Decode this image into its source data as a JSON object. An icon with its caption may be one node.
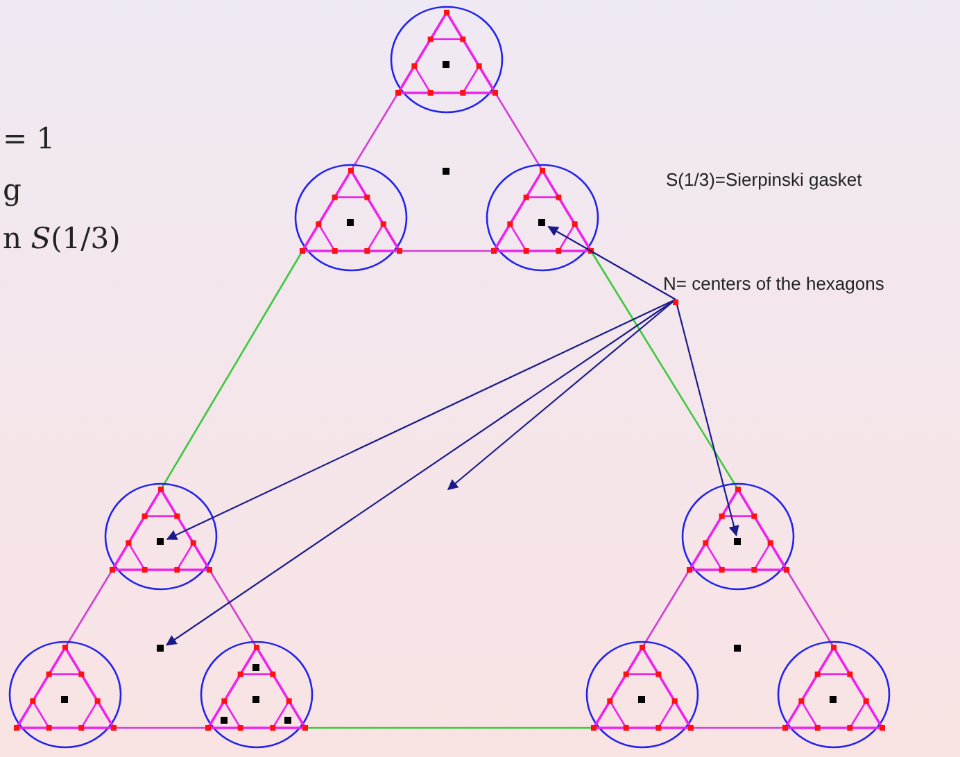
{
  "diagram": {
    "nodes": [
      {
        "text": [
          "N= centers of the hexagons"
        ]
      },
      {
        "text": [],
        "shape": "box"
      },
      {
        "text": [],
        "shape": "box"
      },
      {
        "text": [],
        "shape": "box"
      },
      {
        "text": [],
        "shape": "box"
      }
    ],
    "edges": [
      {
        "from": 0,
        "to": 1,
        "arrow": "to"
      },
      {
        "from": 0,
        "to": 2,
        "arrow": "to"
      },
      {
        "from": 0,
        "to": 3,
        "arrow": "to"
      },
      {
        "from": 0,
        "to": null,
        "arrow": "to"
      },
      {
        "from": 0,
        "to": 4,
        "arrow": "to"
      }
    ],
    "labels": [
      "= 1",
      "g",
      "n *S*(1/3)",
      "S(1/3)=Sierpinski gasket"
    ]
  }
}
